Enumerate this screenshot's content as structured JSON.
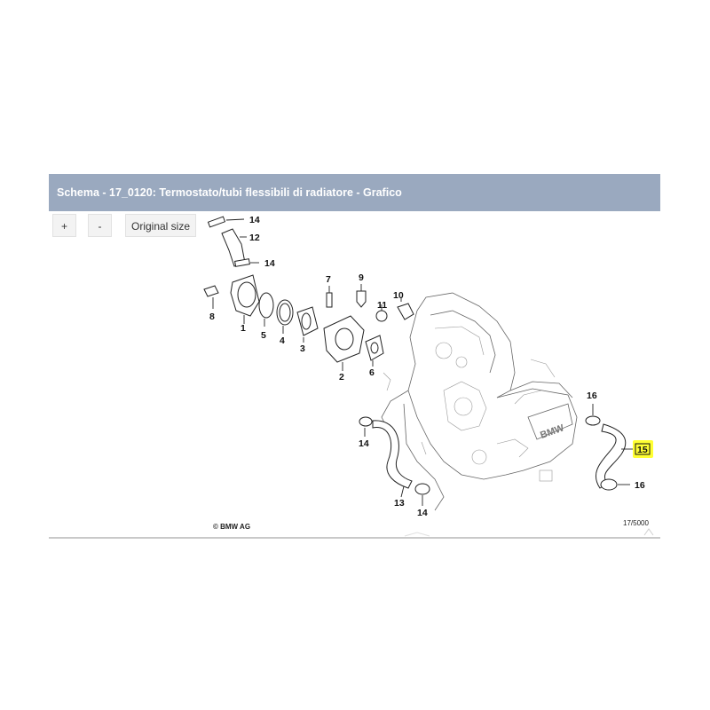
{
  "header": {
    "title": "Schema - 17_0120: Termostato/tubi flessibili di radiatore - Grafico"
  },
  "controls": {
    "zoom_in": "+",
    "zoom_out": "-",
    "original_size": "Original size"
  },
  "diagram": {
    "labels": {
      "p1": "1",
      "p2": "2",
      "p3": "3",
      "p4": "4",
      "p5": "5",
      "p6": "6",
      "p7": "7",
      "p8": "8",
      "p9": "9",
      "p10": "10",
      "p11": "11",
      "p12": "12",
      "p13": "13",
      "p14a": "14",
      "p14b": "14",
      "p14c": "14",
      "p14d": "14",
      "p15": "15",
      "p16a": "16",
      "p16b": "16"
    },
    "highlight_color": "#ffff33",
    "copyright": "© BMW AG",
    "reference": "17/5000"
  },
  "colors": {
    "header_bg": "#9aa9bf",
    "header_text": "#ffffff"
  }
}
